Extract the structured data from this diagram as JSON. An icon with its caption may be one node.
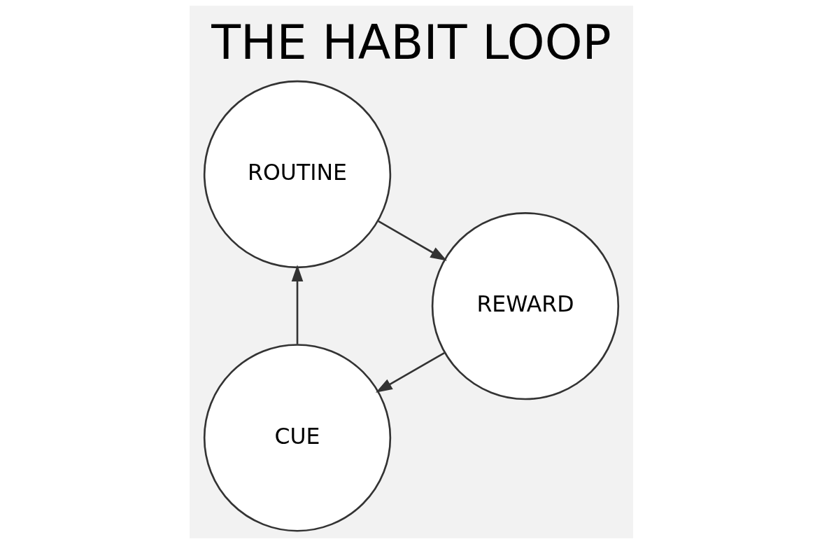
{
  "diagram": {
    "title": "THE HABIT LOOP",
    "nodes": [
      {
        "text": [
          "CUE"
        ]
      },
      {
        "text": [
          "ROUTINE"
        ]
      },
      {
        "text": [
          "REWARD"
        ]
      }
    ],
    "edges": [
      {
        "from": 0,
        "to": 1,
        "arrow": "to"
      },
      {
        "from": 1,
        "to": 2,
        "arrow": "to"
      },
      {
        "from": 2,
        "to": 0,
        "arrow": "to"
      }
    ]
  }
}
